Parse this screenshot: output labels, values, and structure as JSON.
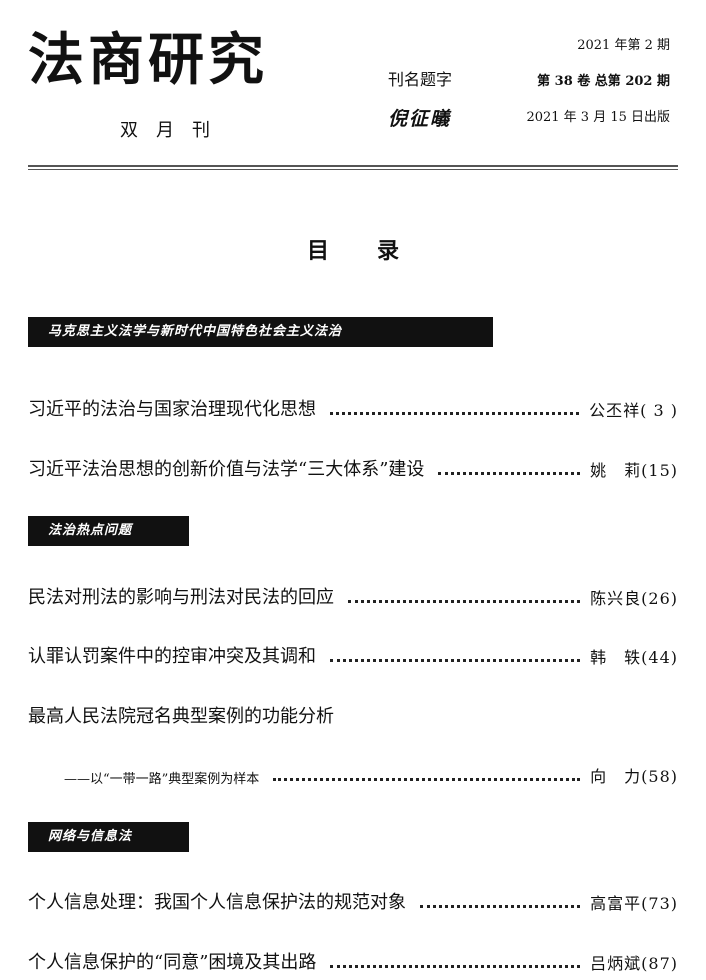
{
  "masthead": {
    "title": "法商研究",
    "frequency": "双月刊",
    "inscription_label": "刊名题字",
    "inscription_signature": "倪征㬢",
    "issue_line": "2021 年第 2 期",
    "volume_line": "第 38 卷  总第 202 期",
    "publish_line": "2021 年 3 月 15 日出版"
  },
  "toc_heading": "目录",
  "sections": [
    {
      "label": "马克思主义法学与新时代中国特色社会主义法治",
      "entries": [
        {
          "title": "习近平的法治与国家治理现代化思想",
          "author": "公丕祥( 3 )"
        },
        {
          "title": "习近平法治思想的创新价值与法学“三大体系”建设",
          "author": "姚　莉(15)"
        }
      ]
    },
    {
      "label": "法治热点问题",
      "entries": [
        {
          "title": "民法对刑法的影响与刑法对民法的回应",
          "author": "陈兴良(26)"
        },
        {
          "title": "认罪认罚案件中的控审冲突及其调和",
          "author": "韩　轶(44)"
        },
        {
          "title": "最高人民法院冠名典型案例的功能分析",
          "author": ""
        },
        {
          "title": "——以“一带一路”典型案例为样本",
          "author": "向　力(58)"
        }
      ]
    },
    {
      "label": "网络与信息法",
      "entries": [
        {
          "title": "个人信息处理：我国个人信息保护法的规范对象",
          "author": "高富平(73)"
        },
        {
          "title": "个人信息保护的“同意”困境及其出路",
          "author": "吕炳斌(87)"
        }
      ]
    }
  ]
}
